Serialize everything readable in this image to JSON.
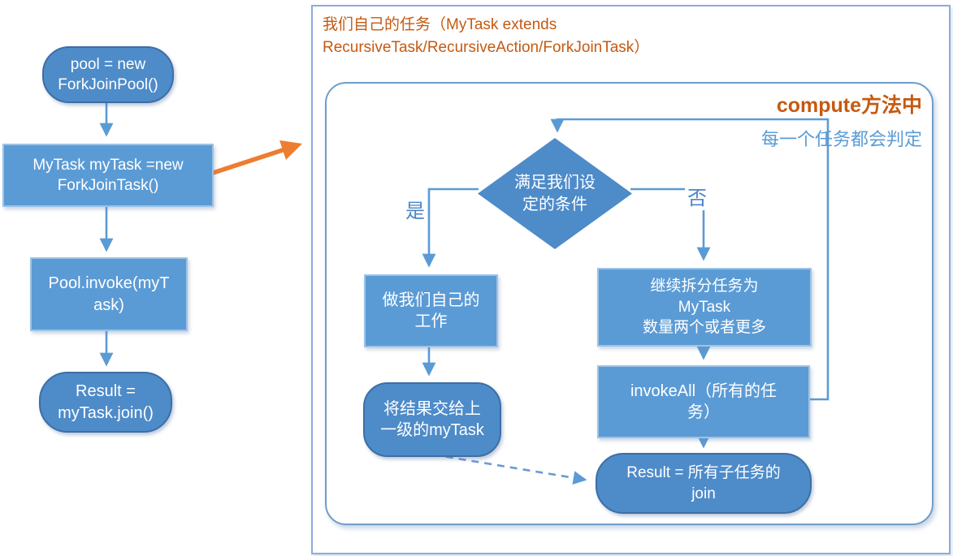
{
  "colors": {
    "node_fill": "#5B9BD5",
    "node_border": "#9DC3E6",
    "capsule_fill": "#4E8BC9",
    "capsule_border": "#3D6EA5",
    "line_blue": "#5B9BD5",
    "arrow_orange": "#ED7D31",
    "title_orange": "#C55A11",
    "panel_border_outer": "#8FAADC",
    "panel_border_inner": "#6E9DC9"
  },
  "left_flow": {
    "pool_node": "pool = new\nForkJoinPool()",
    "mytask_node": "MyTask myTask =new\nForkJoinTask()",
    "invoke_node": "Pool.invoke(myT\nask)",
    "result_node": "Result =\nmyTask.join()"
  },
  "panel": {
    "title": "我们自己的任务（MyTask extends\nRecursiveTask/RecursiveAction/ForkJoinTask）",
    "compute_label": "compute方法中",
    "judge_label": "每一个任务都会判定"
  },
  "inner_flow": {
    "condition_diamond": "满足我们设\n定的条件",
    "yes_label": "是",
    "no_label": "否",
    "do_work_node": "做我们自己的\n工作",
    "pass_result_node": "将结果交给上\n一级的myTask",
    "split_node": "继续拆分任务为\nMyTask\n数量两个或者更多",
    "invoke_all_node": "invokeAll（所有的任\n务）",
    "result_node": "Result = 所有子任务的\njoin"
  }
}
